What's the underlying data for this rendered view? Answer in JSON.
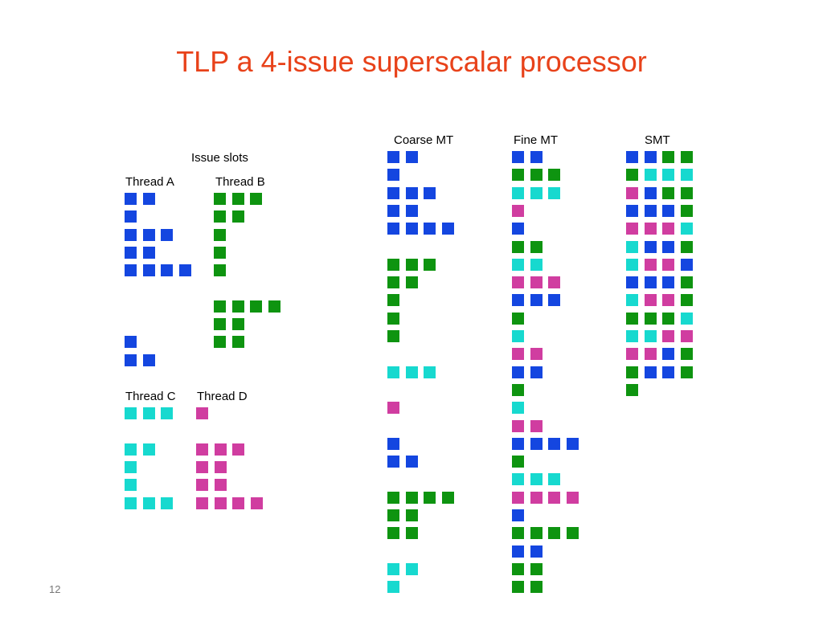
{
  "slide": {
    "title": "TLP a 4-issue superscalar processor",
    "page_number": "12"
  },
  "labels": {
    "issue_slots": "Issue slots",
    "thread_a": "Thread A",
    "thread_b": "Thread B",
    "thread_c": "Thread C",
    "thread_d": "Thread D",
    "coarse_mt": "Coarse MT",
    "fine_mt": "Fine MT",
    "smt": "SMT"
  },
  "colors": {
    "A": "#1446e0",
    "B": "#0e9410",
    "C": "#17d9cf",
    "D": "#d03da0",
    "title": "#e8421a"
  },
  "threads": {
    "A": [
      [
        "A",
        "A"
      ],
      [
        "A"
      ],
      [
        "A",
        "A",
        "A"
      ],
      [
        "A",
        "A"
      ],
      [
        "A",
        "A",
        "A",
        "A"
      ],
      [],
      [],
      [],
      [
        "A"
      ],
      [
        "A",
        "A"
      ]
    ],
    "B": [
      [
        "B",
        "B",
        "B"
      ],
      [
        "B",
        "B"
      ],
      [
        "B"
      ],
      [
        "B"
      ],
      [
        "B"
      ],
      [],
      [
        "B",
        "B",
        "B",
        "B"
      ],
      [
        "B",
        "B"
      ],
      [
        "B",
        "B"
      ]
    ],
    "C": [
      [
        "C",
        "C",
        "C"
      ],
      [],
      [
        "C",
        "C"
      ],
      [
        "C"
      ],
      [
        "C"
      ],
      [
        "C",
        "C",
        "C"
      ]
    ],
    "D": [
      [
        "D"
      ],
      [],
      [
        "D",
        "D",
        "D"
      ],
      [
        "D",
        "D"
      ],
      [
        "D",
        "D"
      ],
      [
        "D",
        "D",
        "D",
        "D"
      ]
    ]
  },
  "schedules": {
    "coarse_mt": [
      [
        "A",
        "A"
      ],
      [
        "A"
      ],
      [
        "A",
        "A",
        "A"
      ],
      [
        "A",
        "A"
      ],
      [
        "A",
        "A",
        "A",
        "A"
      ],
      [],
      [
        "B",
        "B",
        "B"
      ],
      [
        "B",
        "B"
      ],
      [
        "B"
      ],
      [
        "B"
      ],
      [
        "B"
      ],
      [],
      [
        "C",
        "C",
        "C"
      ],
      [],
      [
        "D"
      ],
      [],
      [
        "A"
      ],
      [
        "A",
        "A"
      ],
      [],
      [
        "B",
        "B",
        "B",
        "B"
      ],
      [
        "B",
        "B"
      ],
      [
        "B",
        "B"
      ],
      [],
      [
        "C",
        "C"
      ],
      [
        "C"
      ]
    ],
    "fine_mt": [
      [
        "A",
        "A"
      ],
      [
        "B",
        "B",
        "B"
      ],
      [
        "C",
        "C",
        "C"
      ],
      [
        "D"
      ],
      [
        "A"
      ],
      [
        "B",
        "B"
      ],
      [
        "C",
        "C"
      ],
      [
        "D",
        "D",
        "D"
      ],
      [
        "A",
        "A",
        "A"
      ],
      [
        "B"
      ],
      [
        "C"
      ],
      [
        "D",
        "D"
      ],
      [
        "A",
        "A"
      ],
      [
        "B"
      ],
      [
        "C"
      ],
      [
        "D",
        "D"
      ],
      [
        "A",
        "A",
        "A",
        "A"
      ],
      [
        "B"
      ],
      [
        "C",
        "C",
        "C"
      ],
      [
        "D",
        "D",
        "D",
        "D"
      ],
      [
        "A"
      ],
      [
        "B",
        "B",
        "B",
        "B"
      ],
      [
        "A",
        "A"
      ],
      [
        "B",
        "B"
      ],
      [
        "B",
        "B"
      ]
    ],
    "smt": [
      [
        "A",
        "A",
        "B",
        "B"
      ],
      [
        "B",
        "C",
        "C",
        "C"
      ],
      [
        "D",
        "A",
        "B",
        "B"
      ],
      [
        "A",
        "A",
        "A",
        "B"
      ],
      [
        "D",
        "D",
        "D",
        "C"
      ],
      [
        "C",
        "A",
        "A",
        "B"
      ],
      [
        "C",
        "D",
        "D",
        "A"
      ],
      [
        "A",
        "A",
        "A",
        "B"
      ],
      [
        "C",
        "D",
        "D",
        "B"
      ],
      [
        "B",
        "B",
        "B",
        "C"
      ],
      [
        "C",
        "C",
        "D",
        "D"
      ],
      [
        "D",
        "D",
        "A",
        "B"
      ],
      [
        "B",
        "A",
        "A",
        "B"
      ],
      [
        "B"
      ]
    ]
  }
}
